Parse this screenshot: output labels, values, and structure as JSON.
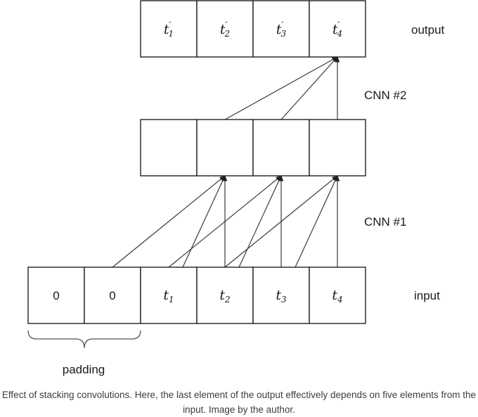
{
  "rows": {
    "output": {
      "label": "output",
      "cells": [
        {
          "base": "t",
          "prime": "′",
          "sub": "1"
        },
        {
          "base": "t",
          "prime": "′",
          "sub": "2"
        },
        {
          "base": "t",
          "prime": "′",
          "sub": "3"
        },
        {
          "base": "t",
          "prime": "′",
          "sub": "4"
        }
      ]
    },
    "hidden": {
      "cells": [
        "",
        "",
        "",
        ""
      ]
    },
    "input": {
      "label": "input",
      "cells": [
        {
          "text": "0"
        },
        {
          "text": "0"
        },
        {
          "base": "t",
          "sub": "1"
        },
        {
          "base": "t",
          "sub": "2"
        },
        {
          "base": "t",
          "sub": "3"
        },
        {
          "base": "t",
          "sub": "4"
        }
      ]
    }
  },
  "layers": {
    "cnn2": "CNN #2",
    "cnn1": "CNN #1"
  },
  "padding_label": "padding",
  "caption": "Effect of stacking convolutions. Here, the last element of the output effectively depends on five elements from the input. Image by the author."
}
